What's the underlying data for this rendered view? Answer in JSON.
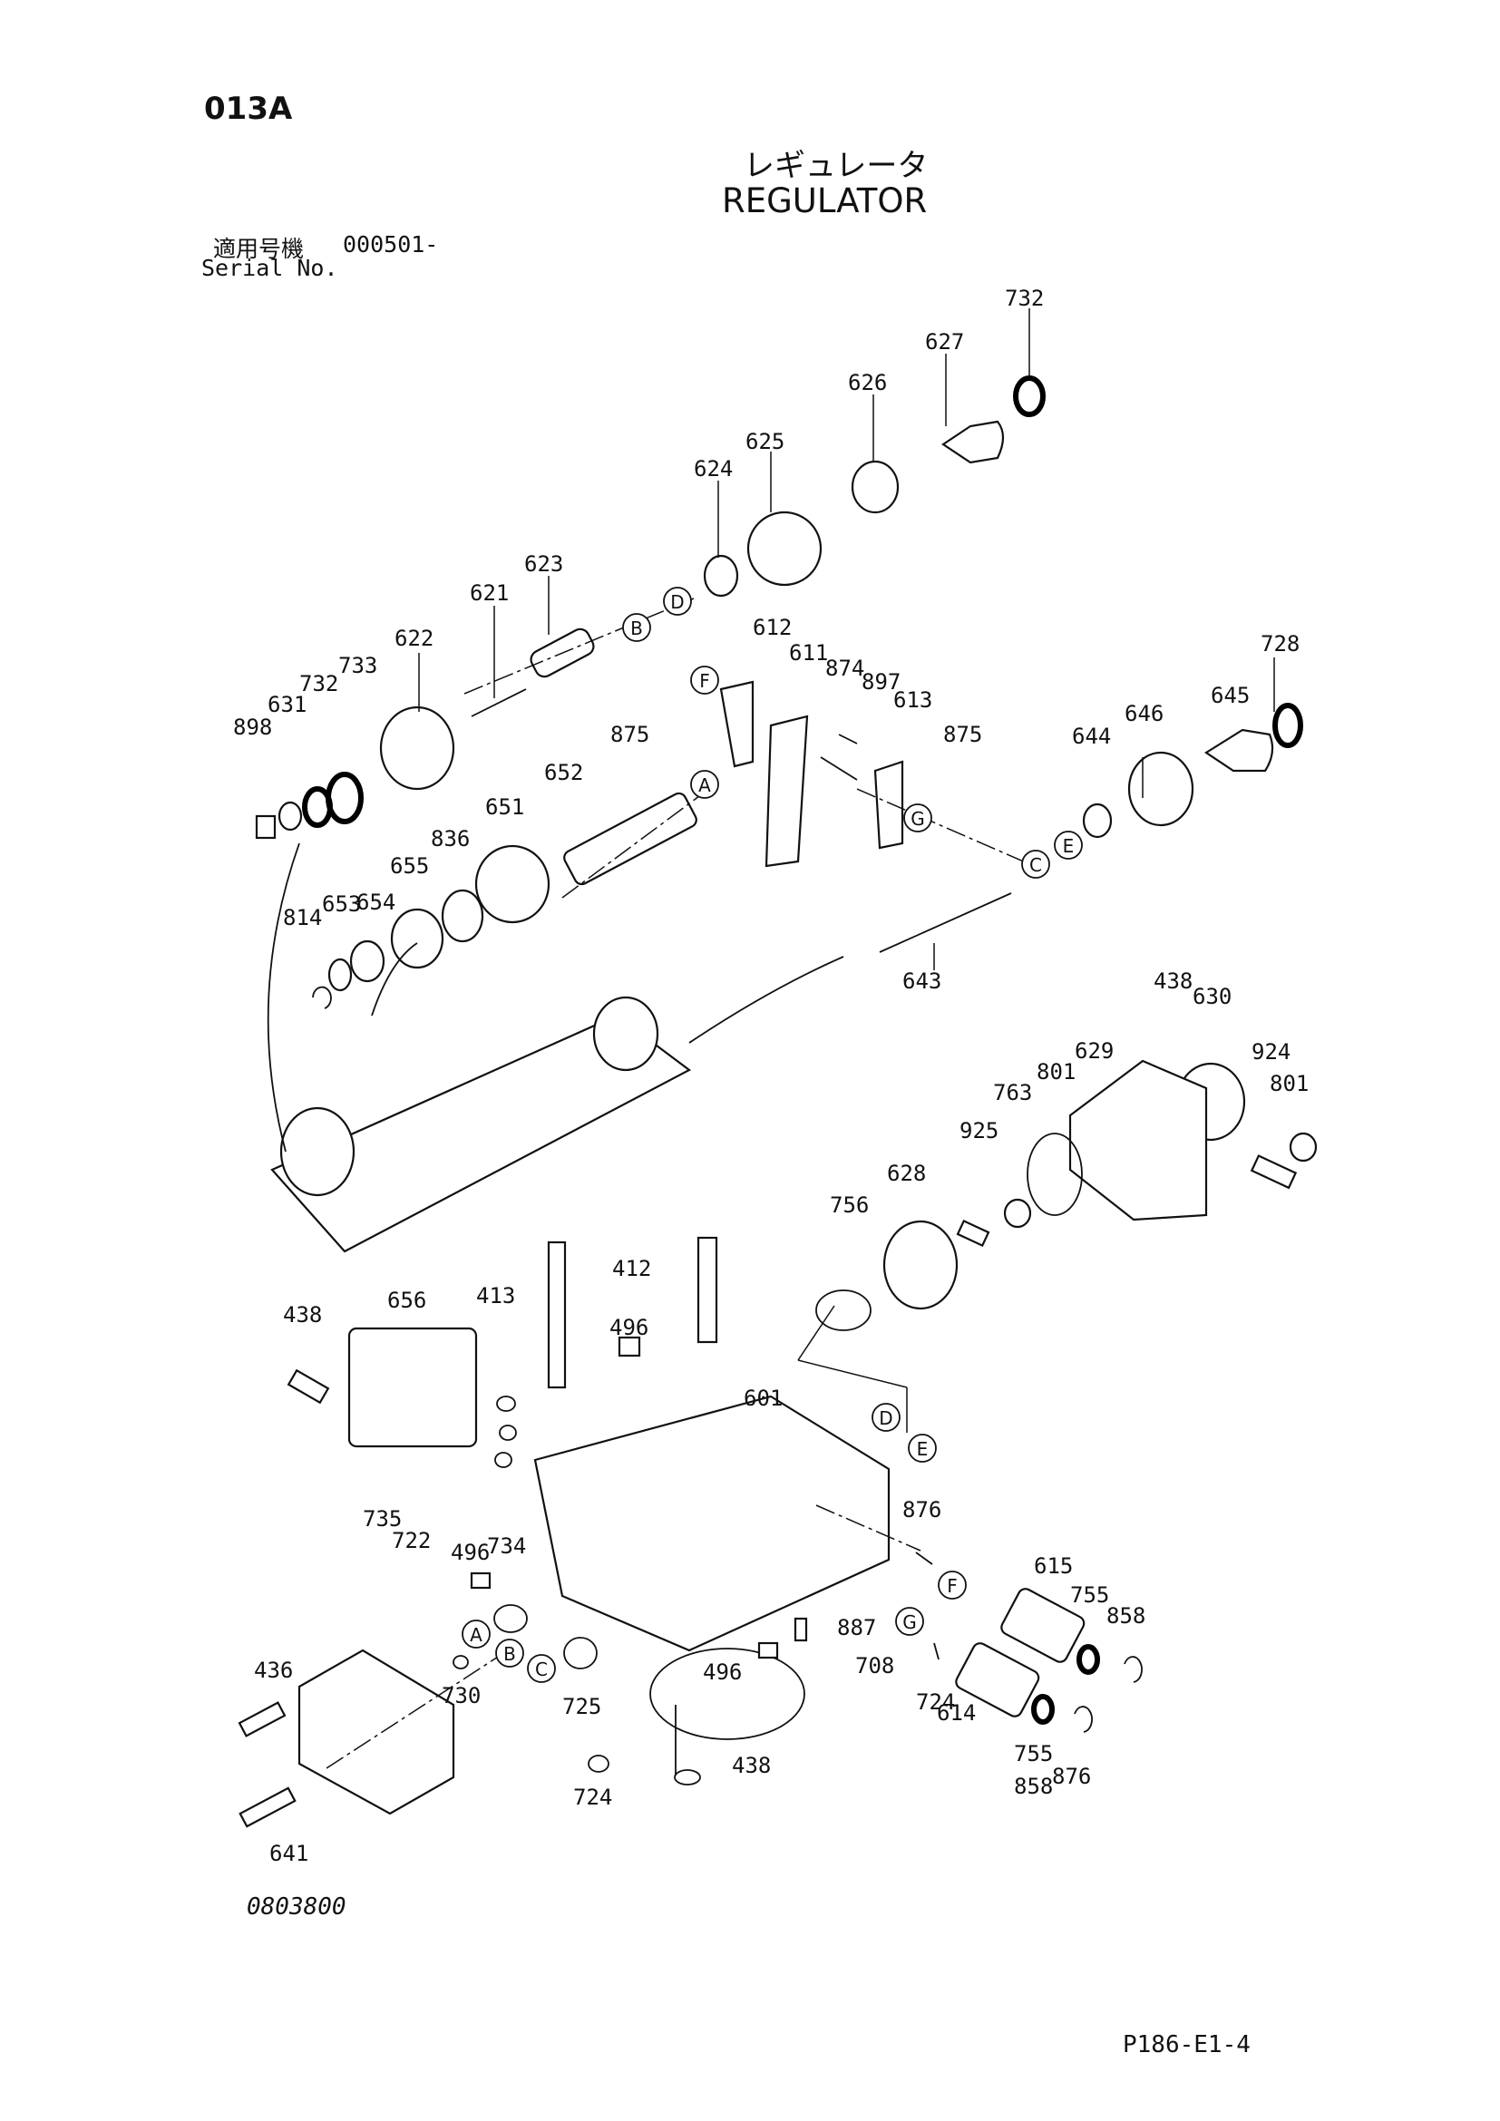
{
  "header": {
    "page_code": "013A",
    "title_jp": "レギュレータ",
    "title_en": "REGULATOR",
    "serial_label_jp": "適用号機",
    "serial_value": "000501-",
    "serial_label_en": "Serial No."
  },
  "footer": {
    "drawing_number": "0803800",
    "page_ref": "P186-E1-4"
  },
  "callouts": [
    "732",
    "627",
    "626",
    "625",
    "624",
    "623",
    "621",
    "622",
    "733",
    "732",
    "631",
    "898",
    "612",
    "611",
    "874",
    "897",
    "613",
    "875",
    "875",
    "728",
    "645",
    "646",
    "644",
    "652",
    "651",
    "836",
    "655",
    "654",
    "653",
    "814",
    "643",
    "438",
    "630",
    "924",
    "801",
    "629",
    "763",
    "801",
    "925",
    "628",
    "756",
    "412",
    "413",
    "496",
    "601",
    "438",
    "656",
    "735",
    "722",
    "876",
    "496",
    "734",
    "615",
    "755",
    "858",
    "887",
    "708",
    "496",
    "614",
    "755",
    "858",
    "876",
    "724",
    "730",
    "725",
    "724",
    "438",
    "436",
    "641"
  ],
  "connection_letters": [
    "B",
    "D",
    "F",
    "A",
    "G",
    "E",
    "C",
    "D",
    "E",
    "F",
    "G",
    "A",
    "B",
    "C"
  ]
}
